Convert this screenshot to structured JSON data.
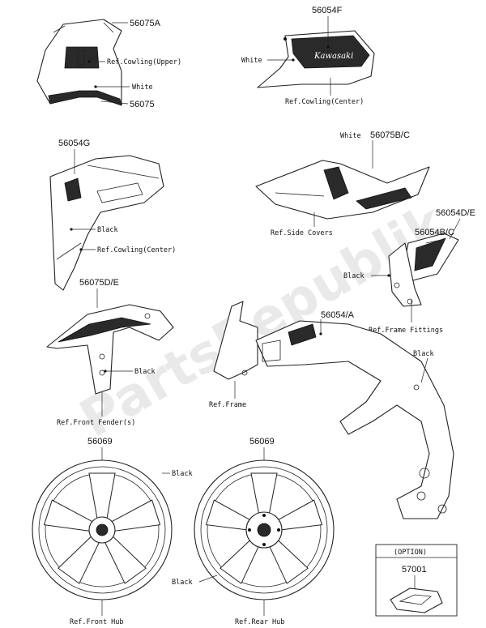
{
  "callouts": {
    "c56075a": "56075A",
    "c56075": "56075",
    "c56054f": "56054F",
    "c56054g": "56054G",
    "c56075bc": "56075B/C",
    "c56054de": "56054D/E",
    "c56054bc": "56054B/C",
    "c56075de": "56075D/E",
    "c56054a": "56054/A",
    "c56069_front": "56069",
    "c56069_rear": "56069",
    "c57001": "57001"
  },
  "labels": {
    "ref_cowling_upper": "Ref.Cowling(Upper)",
    "white_1": "White",
    "white_2": "White",
    "ref_cowling_center_1": "Ref.Cowling(Center)",
    "white_3": "White",
    "black_1": "Black",
    "ref_cowling_center_2": "Ref.Cowling(Center)",
    "ref_side_covers": "Ref.Side Covers",
    "black_2": "Black",
    "ref_frame_fittings": "Ref.Frame Fittings",
    "black_3": "Black",
    "ref_front_fender": "Ref.Front Fender(s)",
    "black_4": "Black",
    "ref_frame": "Ref.Frame",
    "black_5": "Black",
    "black_6": "Black",
    "ref_front_hub": "Ref.Front Hub",
    "ref_rear_hub": "Ref.Rear Hub",
    "option": "(OPTION)",
    "kawasaki_logo": "Kawasaki"
  },
  "watermark": "PartsRepublik",
  "colors": {
    "line": "#222222",
    "accent_dark": "#2a2a2a",
    "watermark": "#cfcfcf"
  }
}
